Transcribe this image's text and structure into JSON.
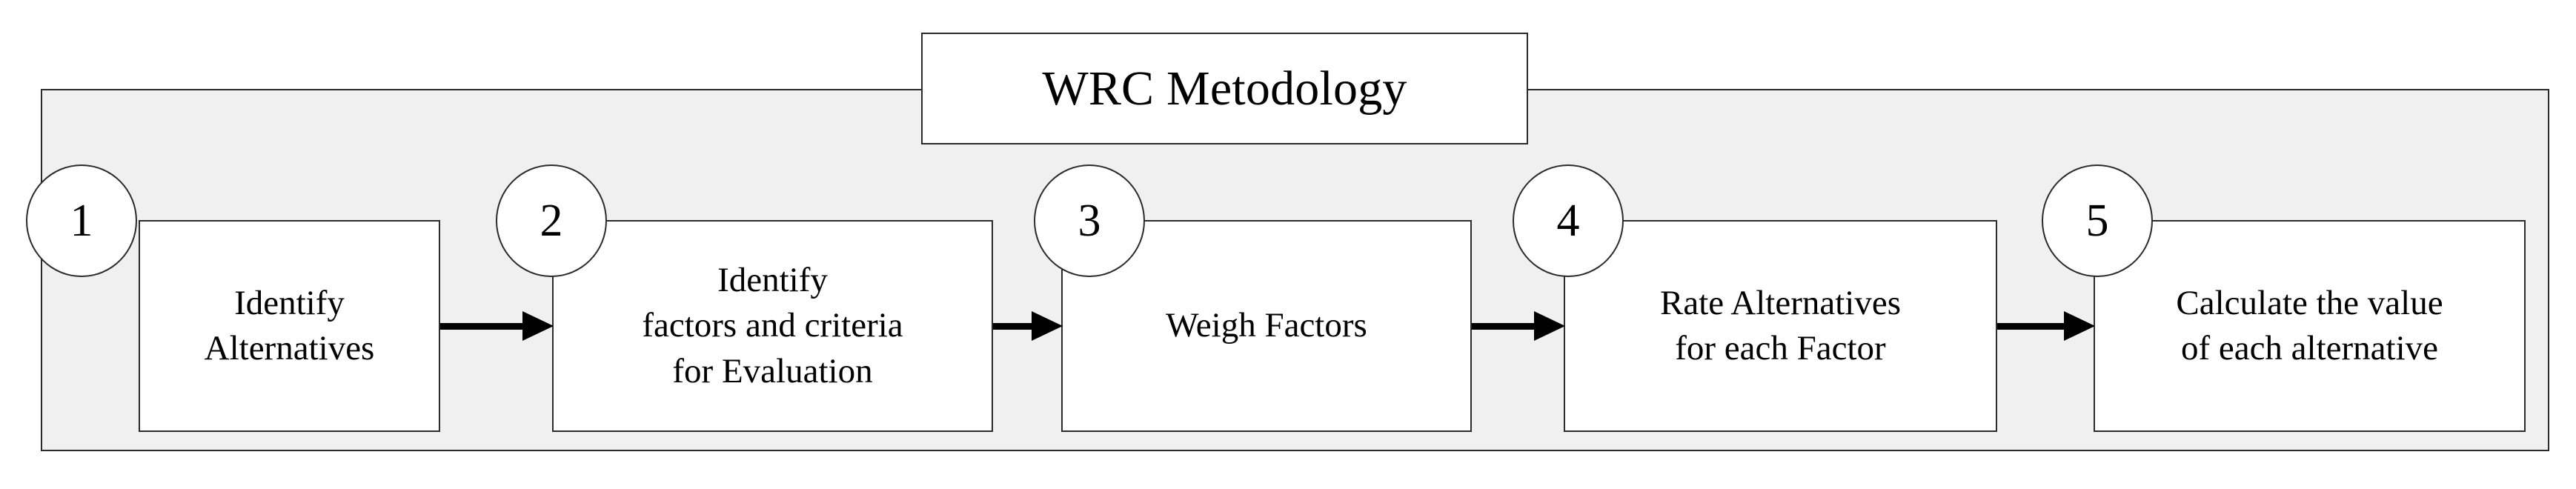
{
  "diagram": {
    "title": "WRC Metodology",
    "background_color": "#ffffff",
    "container_fill": "#f0f0f0",
    "stroke_color": "#2b2b2b",
    "box_fill": "#ffffff",
    "arrow_color": "#000000",
    "steps": [
      {
        "number": "1",
        "label": "Identify\nAlternatives"
      },
      {
        "number": "2",
        "label": "Identify\nfactors and criteria\nfor Evaluation"
      },
      {
        "number": "3",
        "label": "Weigh Factors"
      },
      {
        "number": "4",
        "label": "Rate Alternatives\nfor each Factor"
      },
      {
        "number": "5",
        "label": "Calculate the value\nof each alternative"
      }
    ],
    "arrows": [
      {
        "from": "1",
        "to": "2"
      },
      {
        "from": "2",
        "to": "3"
      },
      {
        "from": "3",
        "to": "4"
      },
      {
        "from": "4",
        "to": "5"
      }
    ]
  }
}
